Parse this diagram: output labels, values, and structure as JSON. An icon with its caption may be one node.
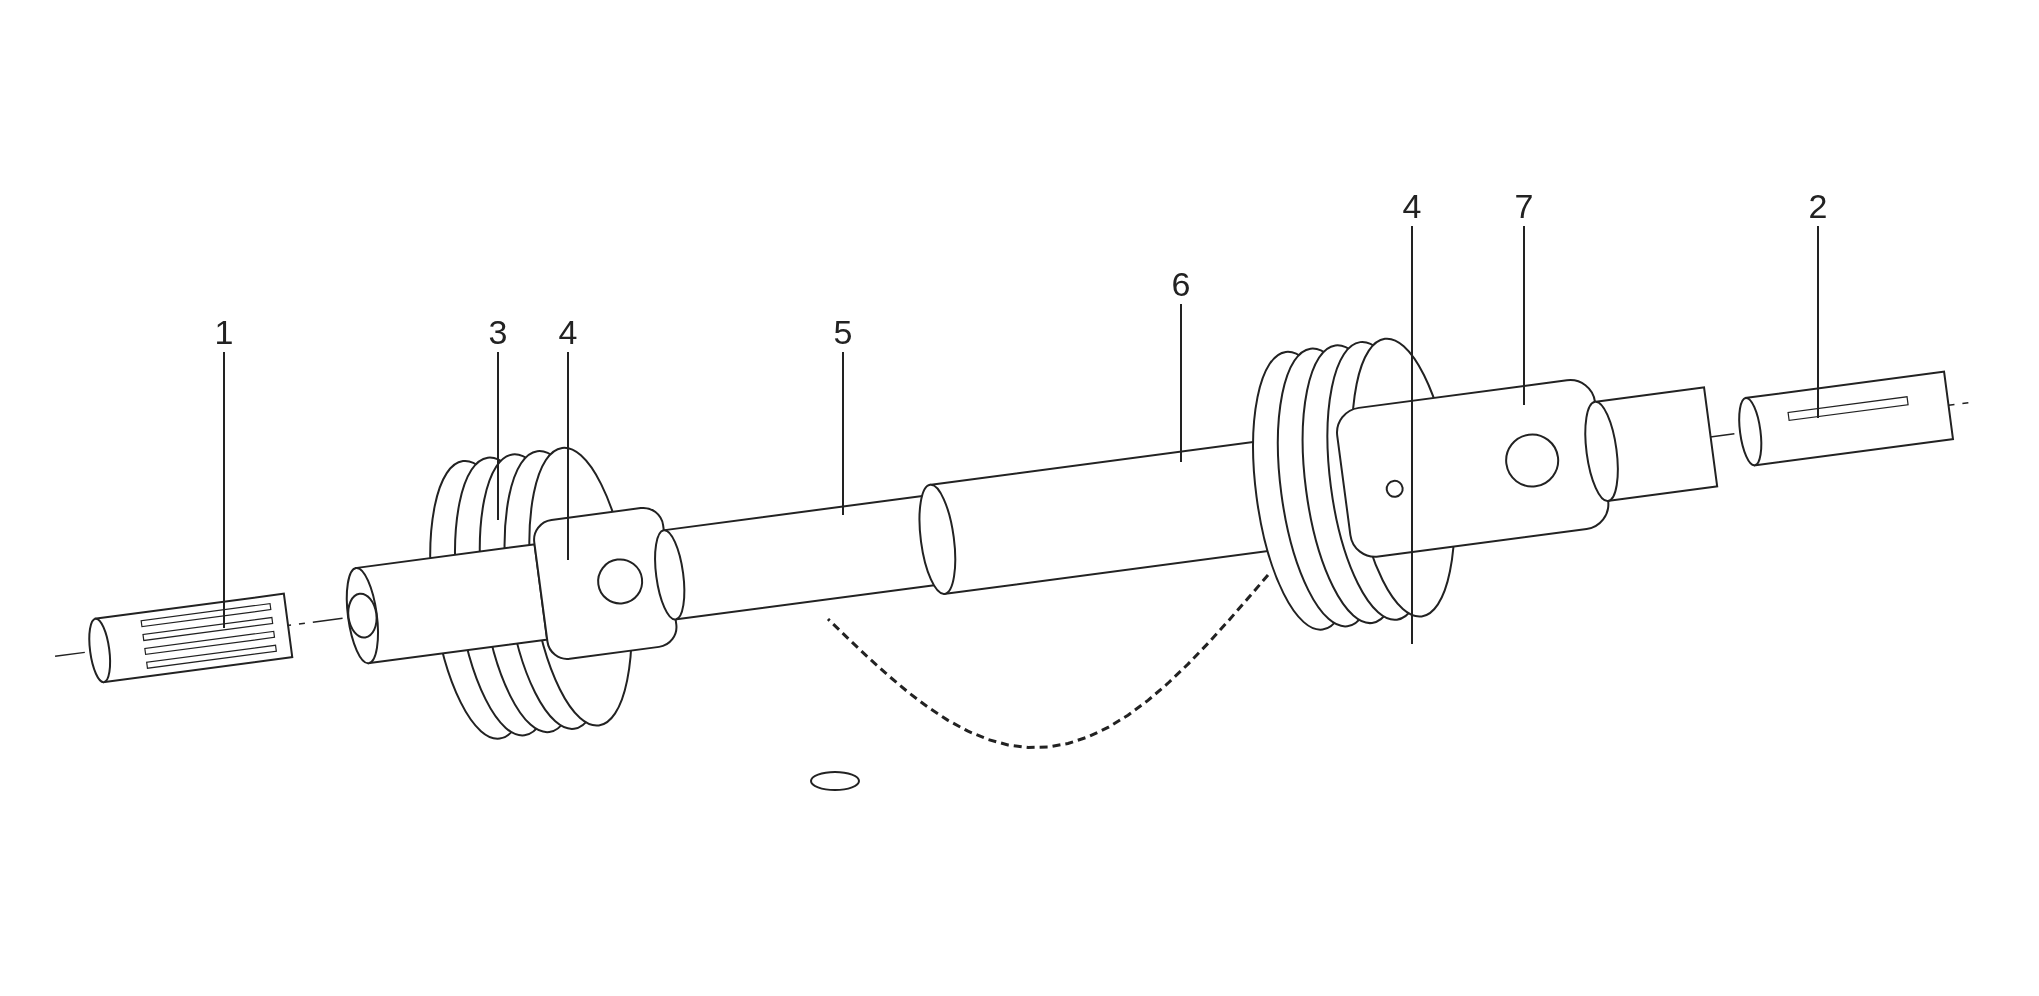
{
  "diagram": {
    "nodes": [
      {
        "text": [
          "1"
        ]
      },
      {
        "text": [
          "3"
        ]
      },
      {
        "text": [
          "4"
        ]
      },
      {
        "text": [
          "5"
        ]
      },
      {
        "text": [
          "6"
        ]
      },
      {
        "text": [
          "4"
        ]
      },
      {
        "text": [
          "7"
        ]
      },
      {
        "text": [
          "2"
        ]
      }
    ],
    "edges": [
      {
        "from": 0,
        "to": null,
        "arrow": "none"
      },
      {
        "from": 1,
        "to": null,
        "arrow": "none"
      },
      {
        "from": 2,
        "to": null,
        "arrow": "none"
      },
      {
        "from": 3,
        "to": null,
        "arrow": "none"
      },
      {
        "from": 4,
        "to": null,
        "arrow": "none"
      },
      {
        "from": 5,
        "to": null,
        "arrow": "none"
      },
      {
        "from": 6,
        "to": null,
        "arrow": "none"
      },
      {
        "from": 7,
        "to": null,
        "arrow": "none"
      }
    ]
  }
}
